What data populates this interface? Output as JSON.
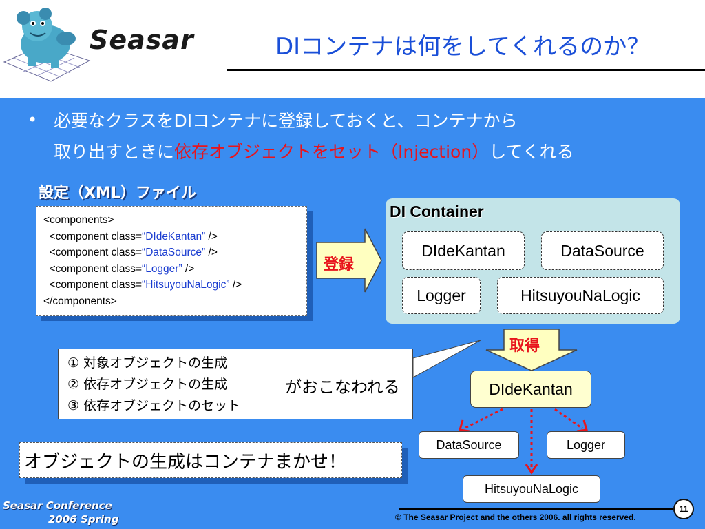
{
  "header": {
    "logo_text": "Seasar",
    "title": "DIコンテナは何をしてくれるのか？"
  },
  "bullet": {
    "marker": "•",
    "line1": "必要なクラスをDIコンテナに登録しておくと、コンテナから",
    "line2_prefix": "取り出すときに",
    "line2_highlight": "依存オブジェクトをセット（Injection）",
    "line2_suffix": "してくれる"
  },
  "xml_file": {
    "label": "設定（XML）ファイル",
    "lines": [
      {
        "pre": "<components>",
        "val": "",
        "post": ""
      },
      {
        "pre": "  <component class=",
        "val": "“DIdeKantan”",
        "post": " />"
      },
      {
        "pre": "  <component class=",
        "val": "“DataSource”",
        "post": " />"
      },
      {
        "pre": "  <component class=",
        "val": "“Logger”",
        "post": " />"
      },
      {
        "pre": "  <component class=",
        "val": "“HitsuyouNaLogic”",
        "post": " />"
      },
      {
        "pre": "</components>",
        "val": "",
        "post": ""
      }
    ]
  },
  "register_label": "登録",
  "container": {
    "label": "DI Container",
    "components": [
      "DIdeKantan",
      "DataSource",
      "Logger",
      "HitsuyouNaLogic"
    ]
  },
  "get_label": "取得",
  "steps": [
    "① 対象オブジェクトの生成",
    "② 依存オブジェクトの生成",
    "③ 依存オブジェクトのセット"
  ],
  "steps_caption": "がおこなわれる",
  "graph": {
    "root": "DIdeKantan",
    "children": [
      "DataSource",
      "Logger",
      "HitsuyouNaLogic"
    ]
  },
  "message": "オブジェクトの生成はコンテナまかせ！",
  "footer": {
    "conference_line1": "Seasar Conference",
    "conference_line2": "2006 Spring",
    "copyright": "© The Seasar Project and the others 2006. all rights reserved.",
    "page_number": "11"
  },
  "colors": {
    "background": "#3a8cf0",
    "title": "#1a4fd8",
    "highlight": "#e8141c",
    "container": "#c3e4e8",
    "arrow_fill": "#ffffc0"
  }
}
